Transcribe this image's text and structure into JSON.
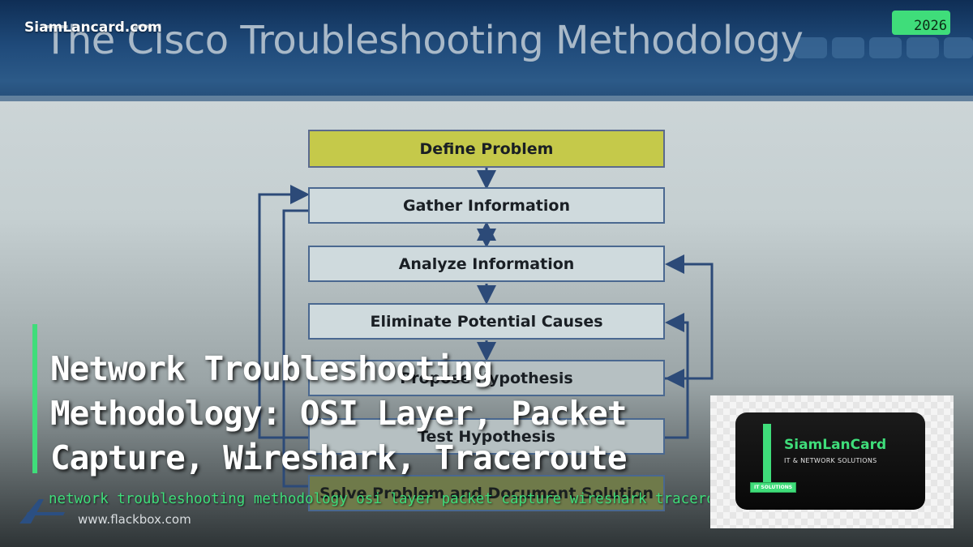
{
  "watermark": "SiamLancard.com",
  "year_badge": "2026",
  "slide": {
    "title": "The Cisco Troubleshooting Methodology",
    "steps": [
      "Define Problem",
      "Gather Information",
      "Analyze Information",
      "Eliminate Potential Causes",
      "Propose Hypothesis",
      "Test Hypothesis",
      "Solve Problem and Document Solution"
    ]
  },
  "headline": {
    "line1": "Network Troubleshooting",
    "line2": "Methodology: OSI Layer, Packet",
    "line3": "Capture, Wireshark, Traceroute"
  },
  "subline": "network troubleshooting methodology osi layer packet capture wireshark traceroute",
  "flackbox_url": "www.flackbox.com",
  "brand": {
    "name": "SiamLanCard",
    "tagline": "IT & NETWORK SOLUTIONS",
    "tag": "IT SOLUTIONS"
  },
  "colors": {
    "accent_green": "#3fdd7a",
    "header_blue": "#1f4a7a",
    "define_yellow": "#c5c94a"
  }
}
